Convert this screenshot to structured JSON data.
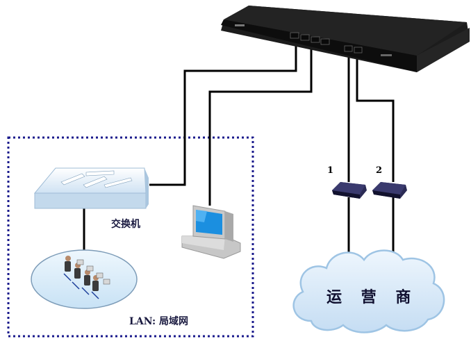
{
  "labels": {
    "switch": "交换机",
    "lan": "LAN: 局域网",
    "modem1": "1",
    "modem2": "2",
    "isp": "运 营 商"
  },
  "colors": {
    "router_body": "#161616",
    "cable": "#000000",
    "lan_border": "#1a1a8c",
    "switch_fill": "#dbeaf6",
    "cloud_fill": "#d3e6f7",
    "cloud_stroke": "#9ec4e4",
    "ellipse_fill": "#d9ecf8",
    "monitor_screen": "#1b8fe0"
  },
  "icons": [
    "router-icon",
    "switch-icon",
    "computer-icon",
    "workgroup-icon",
    "modem-icon",
    "cloud-icon"
  ]
}
